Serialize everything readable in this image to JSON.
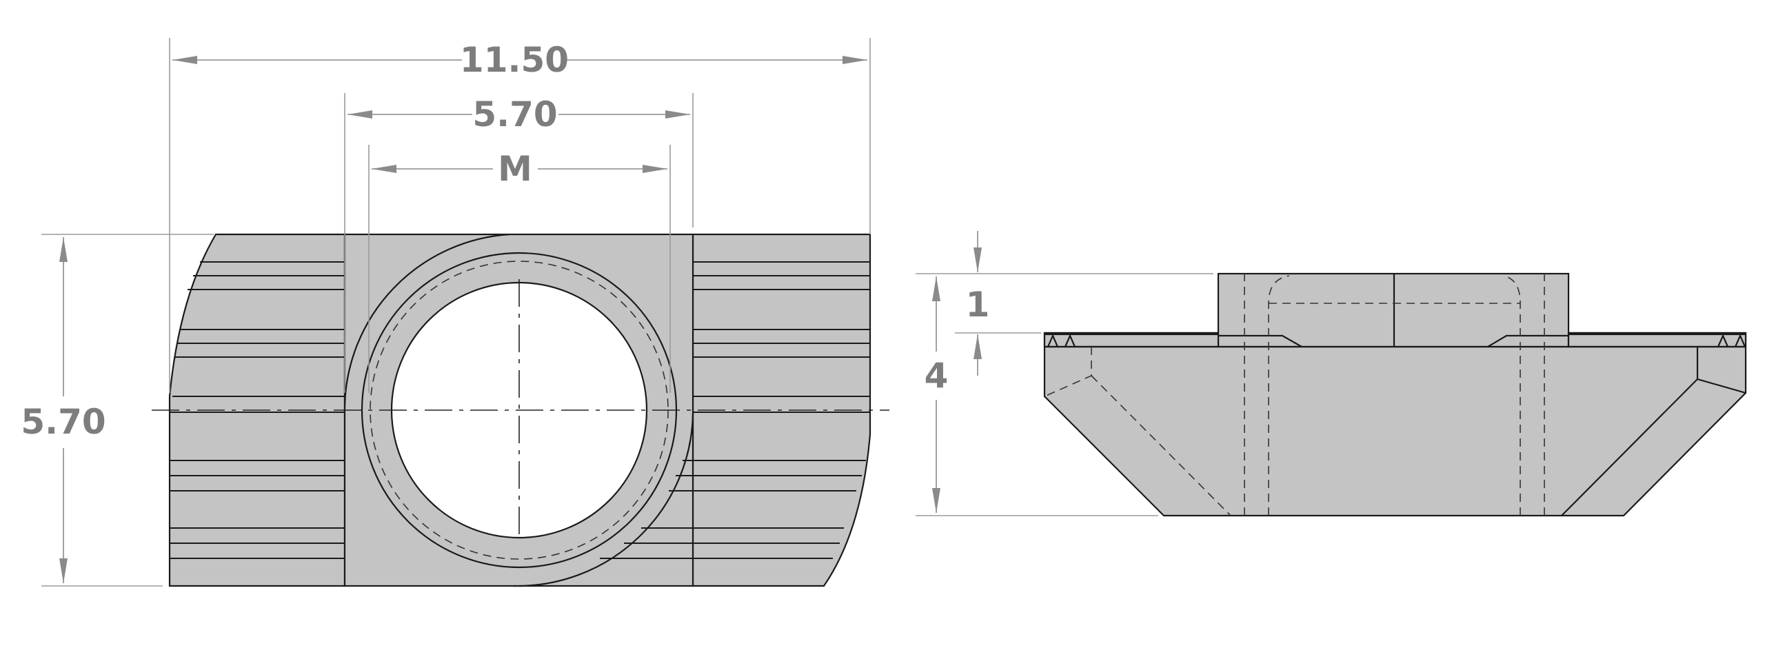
{
  "colors": {
    "body": "#c4c4c4",
    "outline": "#1a1a1a",
    "dimension_text": "#7d7d7d",
    "dimension_line": "#8a8a8a",
    "hole": "#ffffff"
  },
  "top_view": {
    "overall_width": "11.50",
    "collar_width": "5.70",
    "thread": "M",
    "height": "5.70"
  },
  "side_view": {
    "collar_height": "1",
    "total_height": "4"
  }
}
